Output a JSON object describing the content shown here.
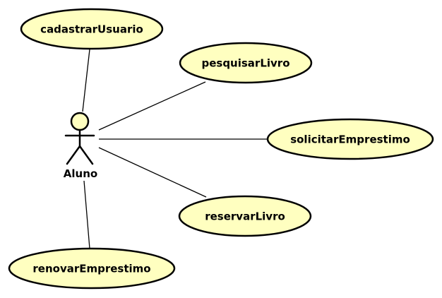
{
  "actor": {
    "name": "Aluno"
  },
  "use_cases": [
    {
      "id": "cadastrar",
      "label": "cadastrarUsuario"
    },
    {
      "id": "pesquisar",
      "label": "pesquisarLivro"
    },
    {
      "id": "solicitar",
      "label": "solicitarEmprestimo"
    },
    {
      "id": "reservar",
      "label": "reservarLivro"
    },
    {
      "id": "renovar",
      "label": "renovarEmprestimo"
    }
  ],
  "associations": [
    {
      "from": "Aluno",
      "to": "cadastrarUsuario"
    },
    {
      "from": "Aluno",
      "to": "pesquisarLivro"
    },
    {
      "from": "Aluno",
      "to": "solicitarEmprestimo"
    },
    {
      "from": "Aluno",
      "to": "reservarLivro"
    },
    {
      "from": "Aluno",
      "to": "renovarEmprestimo"
    }
  ],
  "colors": {
    "use_case_fill": "#ffffc0",
    "stroke": "#000000"
  }
}
